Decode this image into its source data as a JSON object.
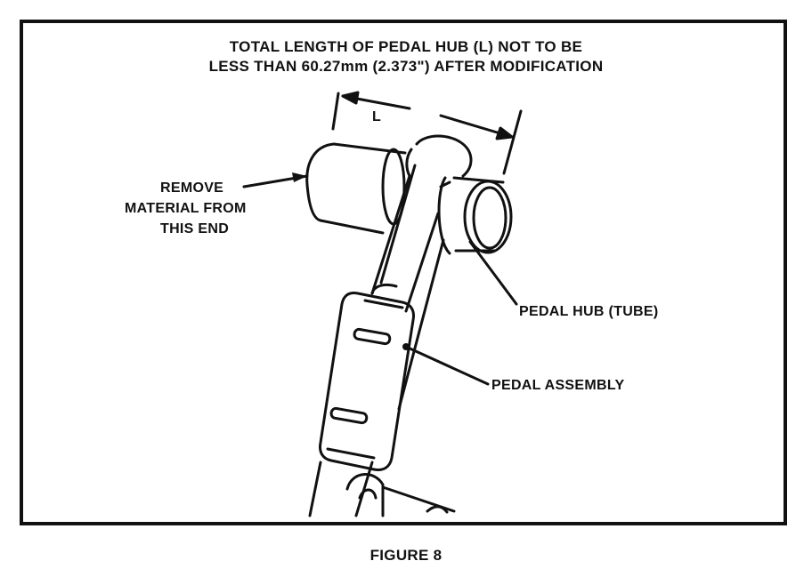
{
  "diagram": {
    "title_line1": "TOTAL LENGTH OF PEDAL HUB (L) NOT TO BE",
    "title_line2": "LESS THAN 60.27mm (2.373\") AFTER MODIFICATION",
    "dimension_label": "L",
    "remove_line1": "REMOVE",
    "remove_line2": "MATERIAL FROM",
    "remove_line3": "THIS END",
    "hub_label": "PEDAL HUB (TUBE)",
    "assembly_label": "PEDAL ASSEMBLY",
    "caption": "FIGURE 8"
  },
  "colors": {
    "ink": "#111111",
    "paper": "#ffffff"
  }
}
